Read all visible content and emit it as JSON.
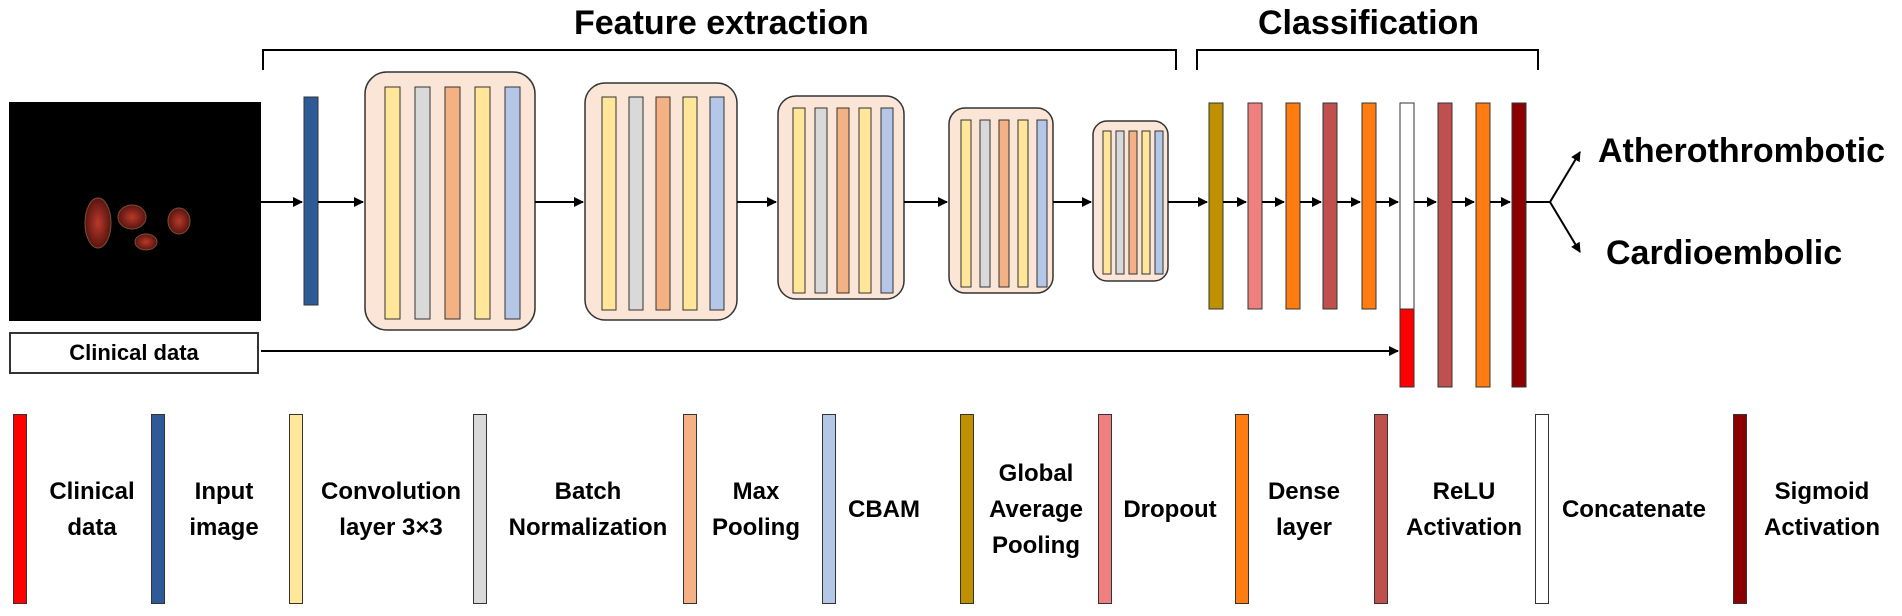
{
  "headings": {
    "feature_extraction": "Feature extraction",
    "classification": "Classification"
  },
  "inputs": {
    "clinical_data": "Clinical data"
  },
  "outputs": {
    "class_1": "Atherothrombotic",
    "class_2": "Cardioembolic"
  },
  "colors": {
    "clinical": "#ff0000",
    "input": "#2e5b97",
    "conv": "#ffe699",
    "batchnorm": "#d9d9d9",
    "maxpool": "#f4b183",
    "cbam": "#b4c7e7",
    "gap": "#bf9000",
    "dropout": "#f08080",
    "dense": "#ff7c10",
    "relu": "#c0504d",
    "concat": "#ffffff",
    "sigmoid": "#8b0000",
    "block_fill": "#fbe5d6"
  },
  "legend": [
    {
      "label": "Clinical\ndata",
      "color": "#ff0000",
      "icon": "clinical-data-swatch"
    },
    {
      "label": "Input\nimage",
      "color": "#2e5b97",
      "icon": "input-image-swatch"
    },
    {
      "label": "Convolution\nlayer 3×3",
      "color": "#ffe699",
      "icon": "conv-swatch"
    },
    {
      "label": "Batch\nNormalization",
      "color": "#d9d9d9",
      "icon": "batchnorm-swatch"
    },
    {
      "label": "Max\nPooling",
      "color": "#f4b183",
      "icon": "maxpool-swatch"
    },
    {
      "label": "CBAM",
      "color": "#b4c7e7",
      "icon": "cbam-swatch"
    },
    {
      "label": "Global\nAverage\nPooling",
      "color": "#bf9000",
      "icon": "gap-swatch"
    },
    {
      "label": "Dropout",
      "color": "#f08080",
      "icon": "dropout-swatch"
    },
    {
      "label": "Dense\nlayer",
      "color": "#ff7c10",
      "icon": "dense-swatch"
    },
    {
      "label": "ReLU\nActivation",
      "color": "#c0504d",
      "icon": "relu-swatch"
    },
    {
      "label": "Concatenate",
      "color": "#ffffff",
      "icon": "concat-swatch"
    },
    {
      "label": "Sigmoid\nActivation",
      "color": "#8b0000",
      "icon": "sigmoid-swatch"
    }
  ]
}
